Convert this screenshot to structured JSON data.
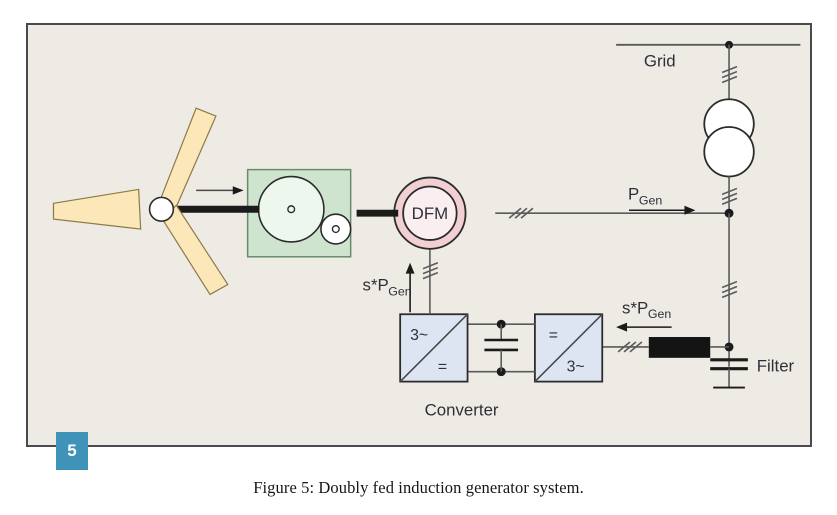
{
  "figure": {
    "caption": "Figure 5: Doubly fed induction generator system.",
    "page_badge": "5",
    "background_color": "#eeeae4",
    "border_color": "#4a4a4e",
    "badge_color": "#3f92b8"
  },
  "diagram": {
    "type": "single-line-schematic",
    "title": "Doubly fed induction generator system",
    "labels": {
      "grid": "Grid",
      "generator": "DFM",
      "power_gen": "P",
      "power_gen_sub": "Gen",
      "slip_power_rotor": "s*P",
      "slip_power_rotor_sub": "Gen",
      "slip_power_grid": "s*P",
      "slip_power_grid_sub": "Gen",
      "converter": "Converter",
      "filter": "Filter",
      "inverter_left_ac": "3~",
      "inverter_left_dc": "=",
      "inverter_right_dc": "=",
      "inverter_right_ac": "3~"
    },
    "colors": {
      "gearbox_fill": "#cfe4cf",
      "gearbox_rotor_fill": "#eef7ee",
      "generator_ring": "#f2cfd2",
      "generator_fill": "#fbeef0",
      "blade_fill": "#fbe7b8",
      "converter_fill": "#dde5f3",
      "line": "#5a5a5a",
      "shaft": "#1b1b1b",
      "filter_block": "#141414"
    },
    "components": [
      {
        "name": "rotor-blades",
        "count": 3
      },
      {
        "name": "hub"
      },
      {
        "name": "wind-direction-arrow"
      },
      {
        "name": "gearbox"
      },
      {
        "name": "doubly-fed-machine"
      },
      {
        "name": "rotor-side-converter"
      },
      {
        "name": "dc-link-capacitor"
      },
      {
        "name": "grid-side-converter"
      },
      {
        "name": "line-filter"
      },
      {
        "name": "transformer"
      },
      {
        "name": "grid-bus"
      }
    ]
  }
}
